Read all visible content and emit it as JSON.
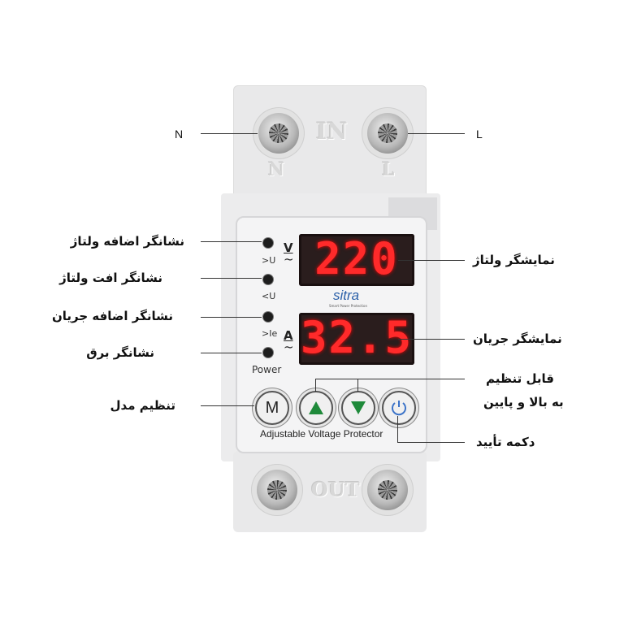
{
  "terminals": {
    "top_label": "IN",
    "bottom_label": "OUT",
    "left_terminal": "N",
    "right_terminal": "L"
  },
  "callouts": {
    "n": "N",
    "l": "L",
    "overvoltage_led": "نشانگر اضافه ولتاژ",
    "undervoltage_led": "نشانگر افت ولتاژ",
    "overcurrent_led": "نشانگر اضافه جریان",
    "power_led": "نشانگر برق",
    "mode_setting": "تنظیم مدل",
    "voltage_display": "نمایشگر ولتاژ",
    "current_display": "نمایشگر جریان",
    "updown_line1": "قابل تنظیم",
    "updown_line2": "به بالا و پایین",
    "confirm_button": "دکمه تأیید"
  },
  "panel": {
    "voltage_value": "220",
    "current_value": "32.5",
    "voltage_unit": "V",
    "current_unit": "A",
    "ac_symbol": "~",
    "led_over_u": ">U",
    "led_under_u": "<U",
    "led_over_ie": ">Ie",
    "led_power": "Power",
    "brand": "sitra",
    "brand_tagline": "Smart Power Protection",
    "mode_button": "M",
    "product_name": "Adjustable Voltage Protector"
  },
  "colors": {
    "display_digits": "#ff2a2a",
    "arrow_buttons": "#1f8a3a",
    "confirm_ring": "#3b73c8"
  }
}
